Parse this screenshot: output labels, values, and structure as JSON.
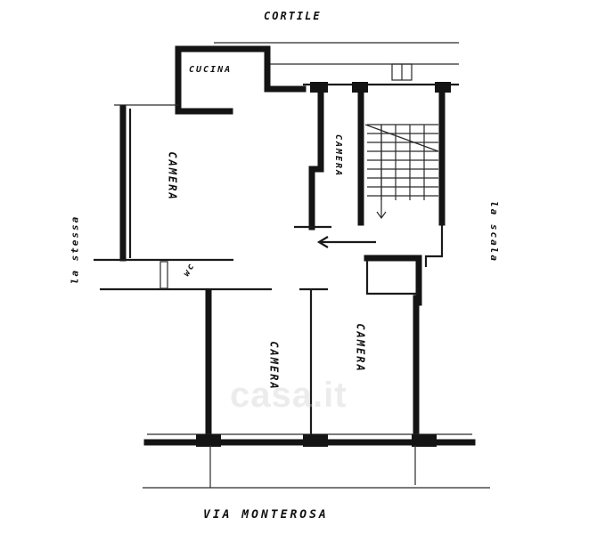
{
  "labels": {
    "courtyard": "CORTILE",
    "kitchen": "CUCINA",
    "street": "VIA MONTEROSA",
    "room_living": "CAMERA",
    "room_closet": "CAMERA",
    "room_bottom_mid": "CAMERA",
    "room_bottom_right": "CAMERA",
    "side_left": "la stessa",
    "side_right": "la scala",
    "bath": "wc"
  },
  "watermark": "casa.it",
  "colors": {
    "ink": "#141414",
    "paper": "#ffffff"
  }
}
